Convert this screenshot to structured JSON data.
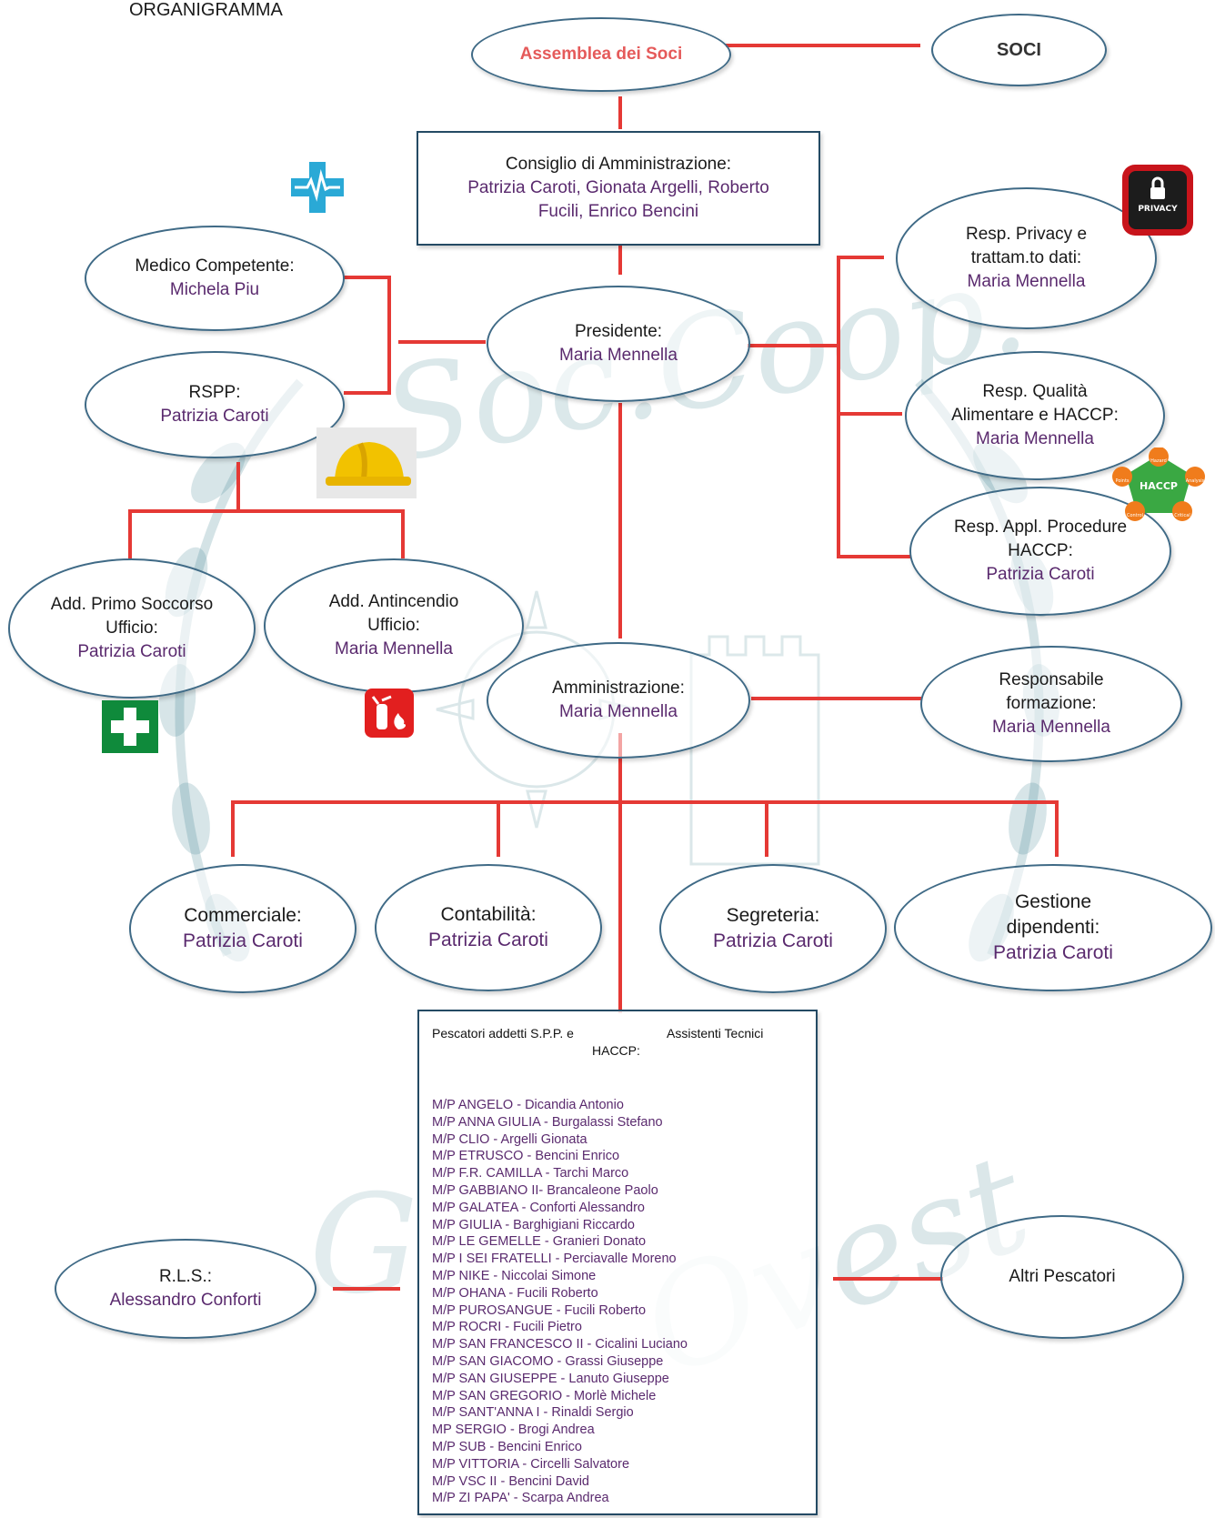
{
  "page_title": "ORGANIGRAMMA",
  "colors": {
    "connector": "#e53935",
    "ellipse_border": "#3f6a86",
    "name_text": "#5a2a6e",
    "assemblea_text": "#e55a5a"
  },
  "watermark": {
    "text_top": "Soc.Coop.",
    "text_bottom": "Ovest",
    "text_bottom_prefix": "G"
  },
  "nodes": {
    "assemblea": {
      "label": "Assemblea dei Soci"
    },
    "soci": {
      "label": "SOCI"
    },
    "cda": {
      "role": "Consiglio di Amministrazione:",
      "names": "Patrizia Caroti, Gionata Argelli, Roberto\nFucili, Enrico Bencini"
    },
    "medico": {
      "role": "Medico Competente:",
      "name": "Michela Piu"
    },
    "presidente": {
      "role": "Presidente:",
      "name": "Maria Mennella"
    },
    "privacy": {
      "role": "Resp. Privacy e\ntrattam.to dati:",
      "name": "Maria Mennella"
    },
    "rspp": {
      "role": "RSPP:",
      "name": "Patrizia Caroti"
    },
    "qualita": {
      "role": "Resp. Qualità\nAlimentare e HACCP:",
      "name": "Maria Mennella"
    },
    "procedure": {
      "role": "Resp. Appl. Procedure\nHACCP:",
      "name": "Patrizia Caroti"
    },
    "primo_soccorso": {
      "role": "Add. Primo Soccorso\nUfficio:",
      "name": "Patrizia Caroti"
    },
    "antincendio": {
      "role": "Add. Antincendio\nUfficio:",
      "name": "Maria Mennella"
    },
    "amministrazione": {
      "role": "Amministrazione:",
      "name": "Maria Mennella"
    },
    "formazione": {
      "role": "Responsabile\nformazione:",
      "name": "Maria Mennella"
    },
    "commerciale": {
      "role": "Commerciale:",
      "name": "Patrizia Caroti"
    },
    "contabilita": {
      "role": "Contabilità:",
      "name": "Patrizia Caroti"
    },
    "segreteria": {
      "role": "Segreteria:",
      "name": "Patrizia Caroti"
    },
    "gestione": {
      "role": "Gestione\ndipendenti:",
      "name": "Patrizia Caroti"
    },
    "rls": {
      "role": "R.L.S.:",
      "name": "Alessandro Conforti"
    },
    "altri": {
      "role": "Altri Pescatori"
    }
  },
  "icons": {
    "medical": "medical-cross-icon",
    "privacy": "privacy-lock-icon",
    "privacy_text": "PRIVACY",
    "helmet": "hard-hat-icon",
    "haccp": "haccp-wheel-icon",
    "haccp_text": "HACCP",
    "haccp_segments": [
      "Hazard",
      "Analysis",
      "Critical",
      "Control",
      "Points"
    ],
    "first_aid": "first-aid-icon",
    "fire": "fire-extinguisher-icon"
  },
  "crew": {
    "header_left": "Pescatori addetti S.P.P. e",
    "header_right": "Assistenti Tecnici",
    "header_sub": "HACCP:",
    "members": [
      "M/P ANGELO - Dicandia Antonio",
      "M/P ANNA GIULIA - Burgalassi Stefano",
      "M/P CLIO - Argelli Gionata",
      "M/P ETRUSCO - Bencini Enrico",
      "M/P F.R. CAMILLA - Tarchi Marco",
      "M/P GABBIANO II- Brancaleone Paolo",
      "M/P GALATEA - Conforti Alessandro",
      "M/P GIULIA - Barghigiani Riccardo",
      "M/P LE GEMELLE - Granieri Donato",
      "M/P I SEI FRATELLI  - Perciavalle Moreno",
      "M/P NIKE - Niccolai Simone",
      "M/P OHANA - Fucili Roberto",
      "M/P PUROSANGUE - Fucili Roberto",
      "M/P ROCRI - Fucili Pietro",
      "M/P SAN FRANCESCO II - Cicalini Luciano",
      "M/P SAN GIACOMO - Grassi Giuseppe",
      "M/P SAN GIUSEPPE - Lanuto Giuseppe",
      "M/P SAN GREGORIO - Morlè Michele",
      "M/P SANT'ANNA I - Rinaldi Sergio",
      "MP SERGIO - Brogi Andrea",
      "M/P SUB - Bencini Enrico",
      "M/P VITTORIA - Circelli Salvatore",
      "M/P VSC II - Bencini David",
      "M/P ZI PAPA' - Scarpa Andrea"
    ]
  }
}
